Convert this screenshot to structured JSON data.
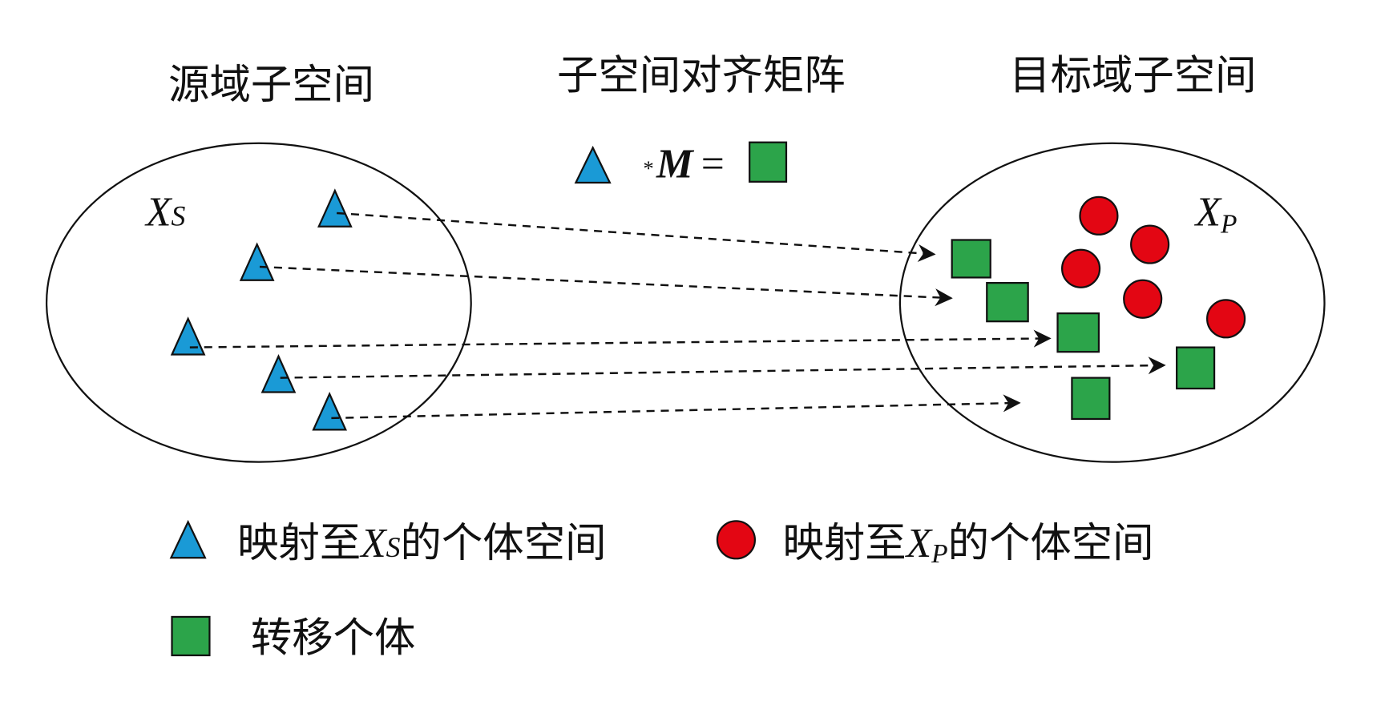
{
  "titles": {
    "source": "源域子空间",
    "alignment": "子空间对齐矩阵",
    "target": "目标域子空间"
  },
  "equation": {
    "operator": "*",
    "matrix": "M",
    "equals": "="
  },
  "source_label": {
    "main": "X",
    "sub": "S"
  },
  "target_label": {
    "main": "X",
    "sub": "P"
  },
  "legend": {
    "triangle_prefix": "映射至",
    "triangle_var": "X",
    "triangle_sub": "S",
    "triangle_suffix": "的个体空间",
    "circle_prefix": "映射至",
    "circle_var": "X",
    "circle_sub": "P",
    "circle_suffix": "的个体空间",
    "square": "转移个体"
  },
  "colors": {
    "triangle": "#1a9ad6",
    "square": "#2ca44a",
    "circle": "#e30613",
    "outline": "#111111"
  }
}
